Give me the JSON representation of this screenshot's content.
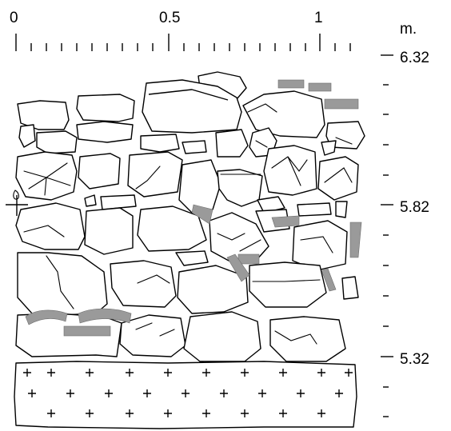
{
  "scale": {
    "top_labels": [
      "0",
      "0.5",
      "1"
    ],
    "unit": "m."
  },
  "elevations": {
    "labels": [
      "6.32",
      "5.82",
      "5.32"
    ]
  },
  "legend_symbols": {
    "bottom_layer_fill": "plus-sign-hatch",
    "datum_marker": "crosshair-icon"
  },
  "colors": {
    "ink": "#000000",
    "brick": "#9a9a9a",
    "background": "#ffffff"
  }
}
